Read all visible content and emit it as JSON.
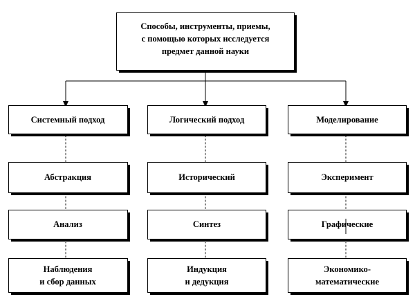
{
  "diagram": {
    "root": {
      "lines": [
        "Способы, инструменты, приемы,",
        "с помощью которых исследуется",
        "предмет данной науки"
      ]
    },
    "columns": [
      {
        "items": [
          {
            "lines": [
              "Системный подход"
            ]
          },
          {
            "lines": [
              "Абстракция"
            ]
          },
          {
            "lines": [
              "Анализ"
            ]
          },
          {
            "lines": [
              "Наблюдения",
              "и сбор данных"
            ]
          }
        ]
      },
      {
        "items": [
          {
            "lines": [
              "Логический подход"
            ]
          },
          {
            "lines": [
              "Исторический"
            ]
          },
          {
            "lines": [
              "Синтез"
            ]
          },
          {
            "lines": [
              "Индукция",
              "и дедукция"
            ]
          }
        ]
      },
      {
        "items": [
          {
            "lines": [
              "Моделирование"
            ]
          },
          {
            "lines": [
              "Эксперимент"
            ]
          },
          {
            "lines": [
              "Графические"
            ]
          },
          {
            "lines": [
              "Экономико-",
              "математические"
            ]
          }
        ]
      }
    ]
  }
}
